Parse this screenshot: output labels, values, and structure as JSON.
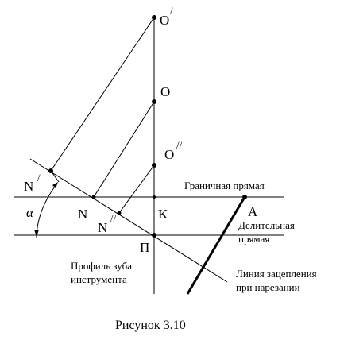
{
  "points": {
    "o_prime": "O",
    "o_prime_mark": "/",
    "o": "O",
    "o_double_prime": "O",
    "o_double_prime_mark": "//",
    "n_prime": "N",
    "n_prime_mark": "/",
    "n": "N",
    "n_double_prime": "N",
    "n_double_prime_mark": "//",
    "k": "K",
    "a": "A",
    "p": "П",
    "alpha": "α"
  },
  "labels": {
    "boundary_line": "Граничная прямая",
    "pitch_line_1": "Делительная",
    "pitch_line_2": "прямая",
    "tooth_profile_1": "Профиль зуба",
    "tooth_profile_2": "инструмента",
    "engagement_line_1": "Линия зацепления",
    "engagement_line_2": "при нарезании"
  },
  "caption": "Рисунок 3.10",
  "colors": {
    "ink": "#000000",
    "background": "#ffffff"
  }
}
